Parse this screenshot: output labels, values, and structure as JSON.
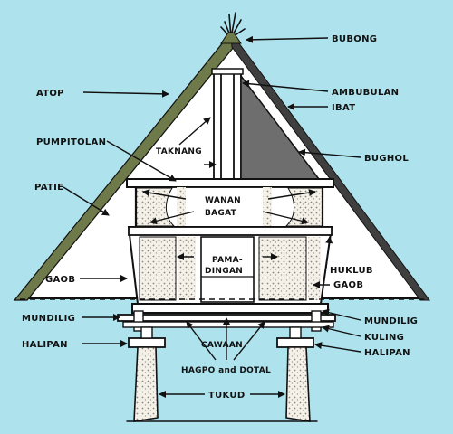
{
  "diagram": {
    "colors": {
      "background": "#aee3ee",
      "thatch": "#6f7a4a",
      "wall_fill": "#ffffff",
      "texture": "#9a8f7c",
      "dark_panel": "#6e6e6e",
      "ink": "#111111"
    },
    "labels": {
      "bubong": "BUBONG",
      "atop": "ATOP",
      "ambubulan": "AMBUBULAN",
      "ibat": "IBAT",
      "pumpitolan": "PUMPITOLAN",
      "taknang": "TAKNANG",
      "bughol": "BUGHOL",
      "patie": "PATIE",
      "wanan_bagat_1": "WANAN",
      "wanan_bagat_2": "BAGAT",
      "pama_dingan_1": "PAMA-",
      "pama_dingan_2": "DINGAN",
      "huklub": "HUKLUB",
      "gaob_left": "GAOB",
      "gaob_right": "GAOB",
      "mundilig_left": "MUNDILIG",
      "mundilig_right": "MUNDILIG",
      "kulling": "KULING",
      "halipan_left": "HALIPAN",
      "halipan_right": "HALIPAN",
      "cawaan": "CAWAAN",
      "hagpo_dotal": "HAGPO and DOTAL",
      "tukud": "TUKUD"
    }
  }
}
